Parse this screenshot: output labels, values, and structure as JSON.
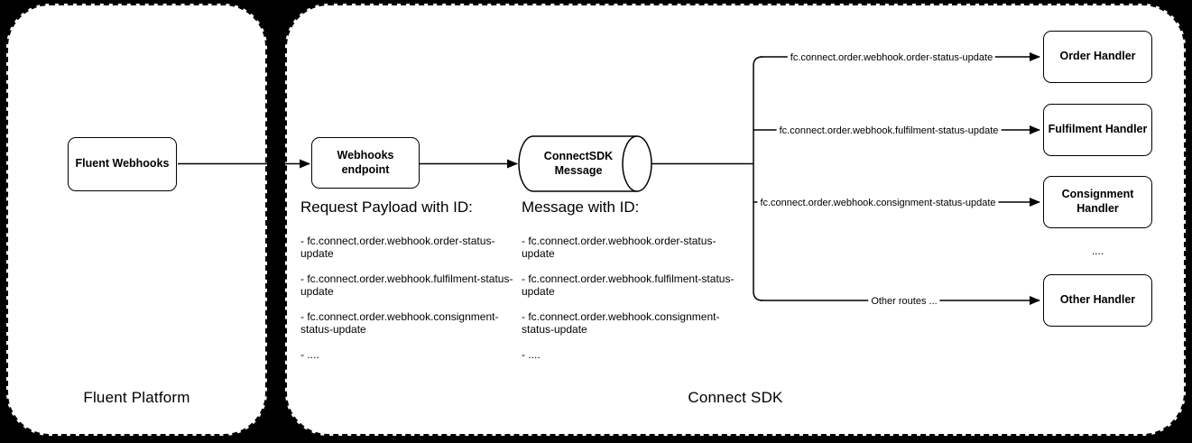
{
  "colors": {
    "background": "#000000",
    "panel": "#ffffff",
    "line": "#000000",
    "text": "#000000"
  },
  "platform": {
    "label": "Fluent Platform",
    "node": "Fluent Webhooks"
  },
  "sdk": {
    "label": "Connect SDK",
    "endpoint_node": "Webhooks endpoint",
    "message_node_lines": [
      "ConnectSDK",
      "Message"
    ],
    "request_heading": "Request Payload with ID:",
    "request_ids": [
      "- fc.connect.order.webhook.order-status-update",
      "- fc.connect.order.webhook.fulfilment-status-update",
      "- fc.connect.order.webhook.consignment-status-update",
      "- ...."
    ],
    "message_heading": "Message with ID:",
    "message_ids": [
      "- fc.connect.order.webhook.order-status-update",
      "- fc.connect.order.webhook.fulfilment-status-update",
      "- fc.connect.order.webhook.consignment-status-update",
      "- ...."
    ],
    "routes": [
      {
        "label": "fc.connect.order.webhook.order-status-update",
        "handler": "Order Handler"
      },
      {
        "label": "fc.connect.order.webhook.fulfilment-status-update",
        "handler": "Fulfilment Handler"
      },
      {
        "label": "fc.connect.order.webhook.consignment-status-update",
        "handler": "Consignment Handler"
      },
      {
        "label": "Other routes ...",
        "handler": "Other Handler"
      }
    ],
    "more_handlers_ellipsis": "...."
  }
}
